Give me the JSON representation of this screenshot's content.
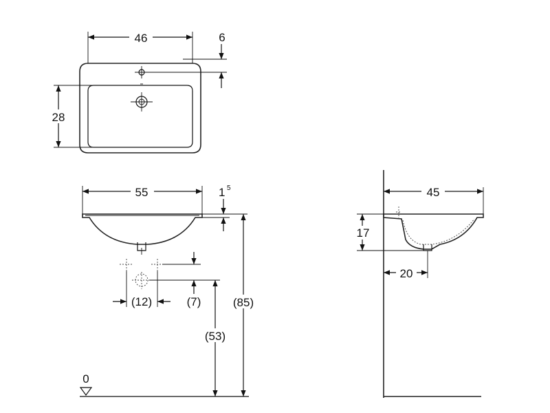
{
  "top_view": {
    "width": "46",
    "tap_offset": "6",
    "depth": "28"
  },
  "front_view": {
    "width": "55",
    "rim_thickness": "1",
    "rim_thickness_sup": "5",
    "trap_spacing": "(12)",
    "trap_offset": "(7)",
    "trap_height": "(53)",
    "overall_height": "(85)",
    "floor_level": "0"
  },
  "side_view": {
    "depth": "45",
    "bowl_height": "17",
    "drain_offset": "20"
  }
}
